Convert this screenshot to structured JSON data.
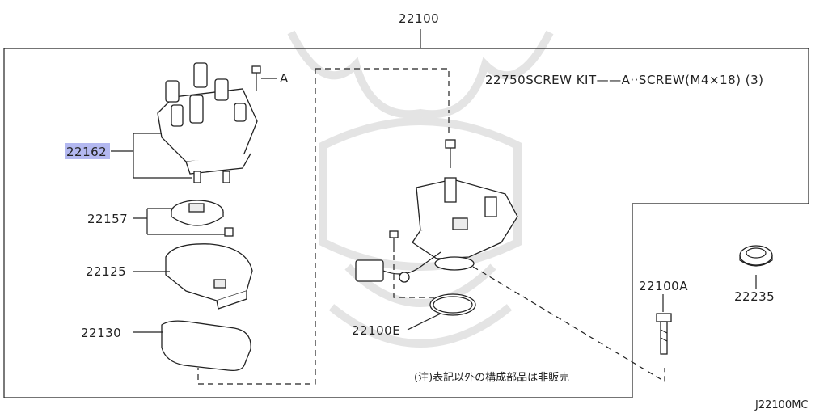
{
  "labels": {
    "assembly": "22100",
    "cap": "22162",
    "rotor": "22157",
    "cover": "22125",
    "gasket": "22130",
    "screw_kit": "22750SCREW KIT——A··SCREW(M4×18) (3)",
    "screw_a": "A",
    "bolt": "22100A",
    "oring": "22100E",
    "plug": "22235",
    "note": "(注)表記以外の構成部品は非販売",
    "diagram_code": "J22100MC"
  },
  "colors": {
    "highlight": "#b3b8f0",
    "line": "#222222",
    "watermark": "#e4e4e4"
  }
}
